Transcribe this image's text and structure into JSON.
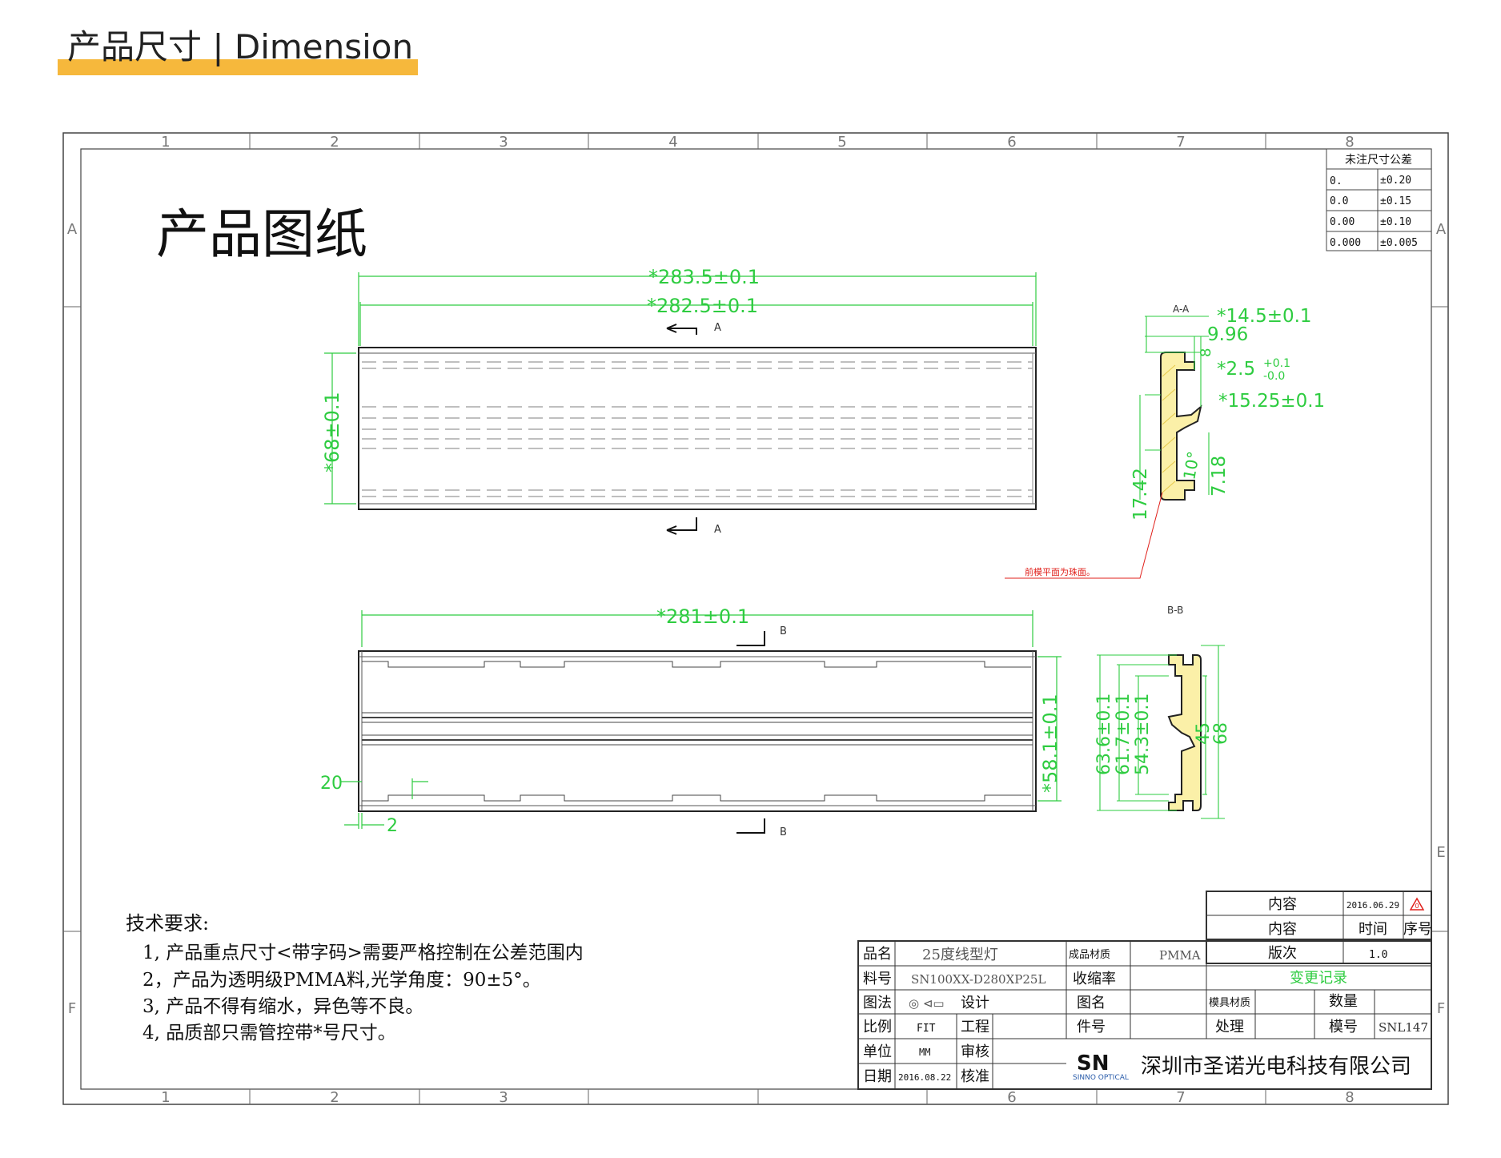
{
  "header": {
    "title": "产品尺寸 | Dimension",
    "accent": "#f6b83c"
  },
  "frame": {
    "zones_x": [
      "1",
      "2",
      "3",
      "4",
      "5",
      "6",
      "7",
      "8"
    ],
    "zones_y": [
      "A",
      "E",
      "F"
    ]
  },
  "drawing": {
    "title": "产品图纸",
    "top_view": {
      "dim_total": "*283.5±0.1",
      "dim_inner": "*282.5±0.1",
      "dim_height": "*68±0.1",
      "section_label": "A"
    },
    "bottom_view": {
      "dim_length": "*281±0.1",
      "dim_height": "*58.1±0.1",
      "dim_edge_a": "20",
      "dim_edge_b": "2",
      "section_label": "B"
    },
    "section_a": {
      "label": "A-A",
      "dims": [
        "*14.5±0.1",
        "9.96",
        "8",
        "*2.5",
        "+0.1",
        "-0.0",
        "*15.25±0.1",
        "17.42",
        "10°",
        "7.18"
      ],
      "note": "前模平面为珠面。"
    },
    "section_b": {
      "label": "B-B",
      "dims": [
        "63.6±0.1",
        "61.7±0.1",
        "54.3±0.1",
        "45",
        "68"
      ]
    },
    "colors": {
      "dimension": "#2ecc40",
      "outline": "#222222",
      "note": "#e0201b"
    }
  },
  "tolerance_table": {
    "title": "未注尺寸公差",
    "rows": [
      {
        "spec": "0.",
        "tol": "±0.20"
      },
      {
        "spec": "0.0",
        "tol": "±0.15"
      },
      {
        "spec": "0.00",
        "tol": "±0.10"
      },
      {
        "spec": "0.000",
        "tol": "±0.005"
      }
    ]
  },
  "requirements": {
    "title": "技术要求:",
    "items": [
      "1, 产品重点尺寸<带字码>需要严格控制在公差范围内",
      "2，产品为透明级PMMA料,光学角度：90±5°。",
      "3, 产品不得有缩水，异色等不良。",
      "4, 品质部只需管控带*号尺寸。"
    ]
  },
  "title_block": {
    "l_pinming": "品名",
    "v_pinming": "25度线型灯",
    "l_liaohao": "料号",
    "v_liaohao": "SN100XX-D280XP25L",
    "l_tufa": "图法",
    "v_tufa": "◎ ⊲▭",
    "l_bili": "比例",
    "v_bili": "FIT",
    "l_danwei": "单位",
    "v_danwei": "MM",
    "l_riqi": "日期",
    "v_riqi": "2016.08.22",
    "l_sheji": "设计",
    "l_gongcheng": "工程",
    "l_shenhe": "审核",
    "l_hezhun": "核准",
    "l_chengpin": "成品材质",
    "v_chengpin": "PMMA",
    "l_shousuo": "收缩率",
    "l_tuming": "图名",
    "l_jianhao": "件号",
    "company_logo": "SN",
    "company_logo_sub": "SINNO OPTICAL",
    "company": "深圳市圣诺光电科技有限公司"
  },
  "revision": {
    "row1_content": "内容",
    "row1_date": "2016.06.29",
    "row1_mark": "0",
    "row2_content": "内容",
    "row2_time": "时间",
    "row2_seq": "序号",
    "version_label": "版次",
    "version": "1.0",
    "change_record": "变更记录",
    "mold_material": "模具材质",
    "quantity": "数量",
    "process": "处理",
    "mold_no_label": "模号",
    "mold_no": "SNL147"
  }
}
